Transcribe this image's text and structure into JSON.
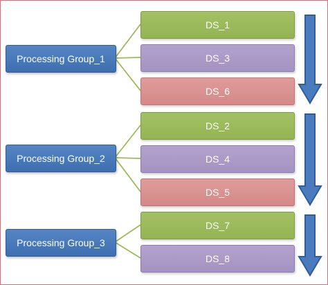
{
  "groups": [
    {
      "label": "Processing Group_1",
      "items": [
        "DS_1",
        "DS_3",
        "DS_6"
      ]
    },
    {
      "label": "Processing Group_2",
      "items": [
        "DS_2",
        "DS_4",
        "DS_5"
      ]
    },
    {
      "label": "Processing Group_3",
      "items": [
        "DS_7",
        "DS_8"
      ]
    }
  ],
  "colors": {
    "group": "#4a7bbd",
    "green": "#9bbb59",
    "purple": "#ab9ac8",
    "red": "#d99594",
    "arrow": "#4a7bbd",
    "frame": "#e06c75"
  }
}
